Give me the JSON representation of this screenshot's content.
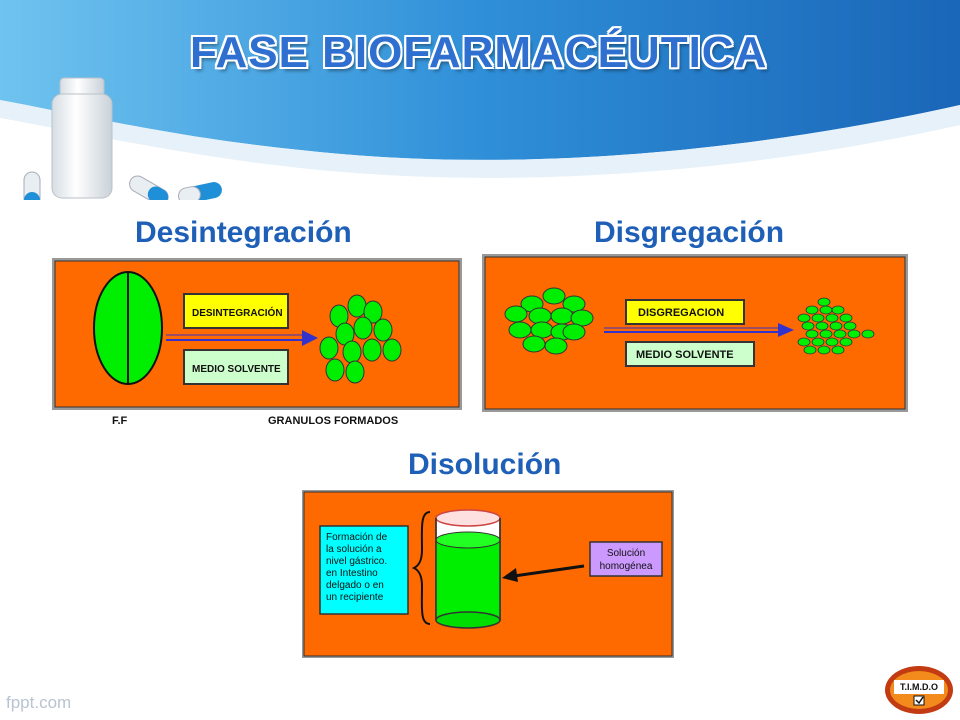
{
  "title": "FASE BIOFARMACÉUTICA",
  "sections": {
    "desintegracion": {
      "heading": "Desintegración",
      "box_top": "DESINTEGRACIÓN",
      "box_bottom": "MEDIO SOLVENTE",
      "caption_left": "F.F",
      "caption_right": "GRANULOS FORMADOS"
    },
    "disgregacion": {
      "heading": "Disgregación",
      "box_top": "DISGREGACION",
      "box_bottom": "MEDIO SOLVENTE"
    },
    "disolucion": {
      "heading": "Disolución",
      "info_lines": [
        "Formación de",
        "la solución a",
        "nivel gástrico.",
        "en Intestino",
        "delgado o en",
        "un recipiente"
      ],
      "result_lines": [
        "Solución",
        "homogénea"
      ]
    }
  },
  "logo_text": "T.I.M.D.O",
  "footer": "fppt.com",
  "colors": {
    "panel_bg": "#ff6a00",
    "granule": "#00ee00",
    "label_box_yellow": "#ffff00",
    "label_box_green": "#ccffcc",
    "info_box": "#00ffff",
    "result_box": "#cc99ff",
    "heading": "#1e5fb8",
    "arrow": "#3333cc"
  }
}
